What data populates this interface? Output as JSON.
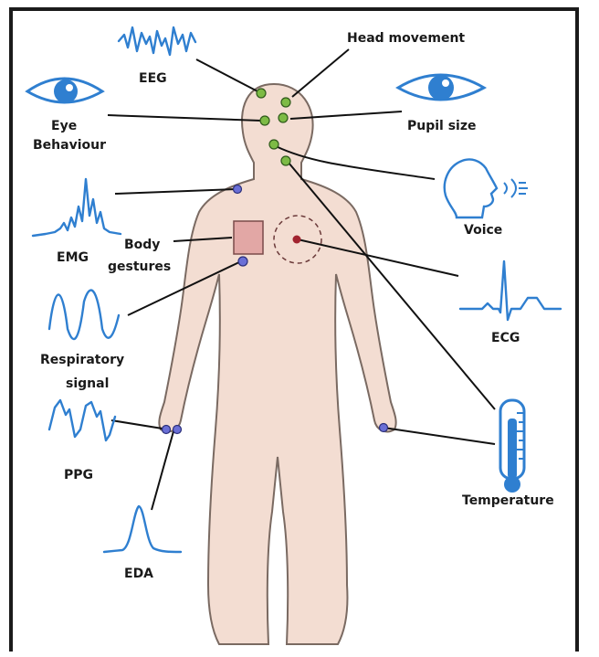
{
  "labels": {
    "eeg": "EEG",
    "head_movement": "Head movement",
    "eye_behaviour_line1": "Eye",
    "eye_behaviour_line2": "Behaviour",
    "pupil_size": "Pupil size",
    "voice": "Voice",
    "emg": "EMG",
    "body_gestures_line1": "Body",
    "body_gestures_line2": "gestures",
    "ecg": "ECG",
    "respiratory_line1": "Respiratory",
    "respiratory_line2": "signal",
    "ppg": "PPG",
    "temperature": "Temperature",
    "eda": "EDA"
  },
  "colors": {
    "body_fill": "#f3ddd2",
    "body_stroke": "#7a6a62",
    "signal_blue": "#2f7fd0",
    "sensor_green": "#7dbb45",
    "sensor_purple": "#6a6fd6",
    "gesture_box": "#e2a7a5",
    "ecg_marker": "#a1232f"
  },
  "icons": [
    "eeg-wave-icon",
    "eye-icon",
    "pupil-eye-icon",
    "voice-head-icon",
    "emg-wave-icon",
    "ecg-wave-icon",
    "respiratory-wave-icon",
    "ppg-wave-icon",
    "eda-wave-icon",
    "thermometer-icon"
  ]
}
